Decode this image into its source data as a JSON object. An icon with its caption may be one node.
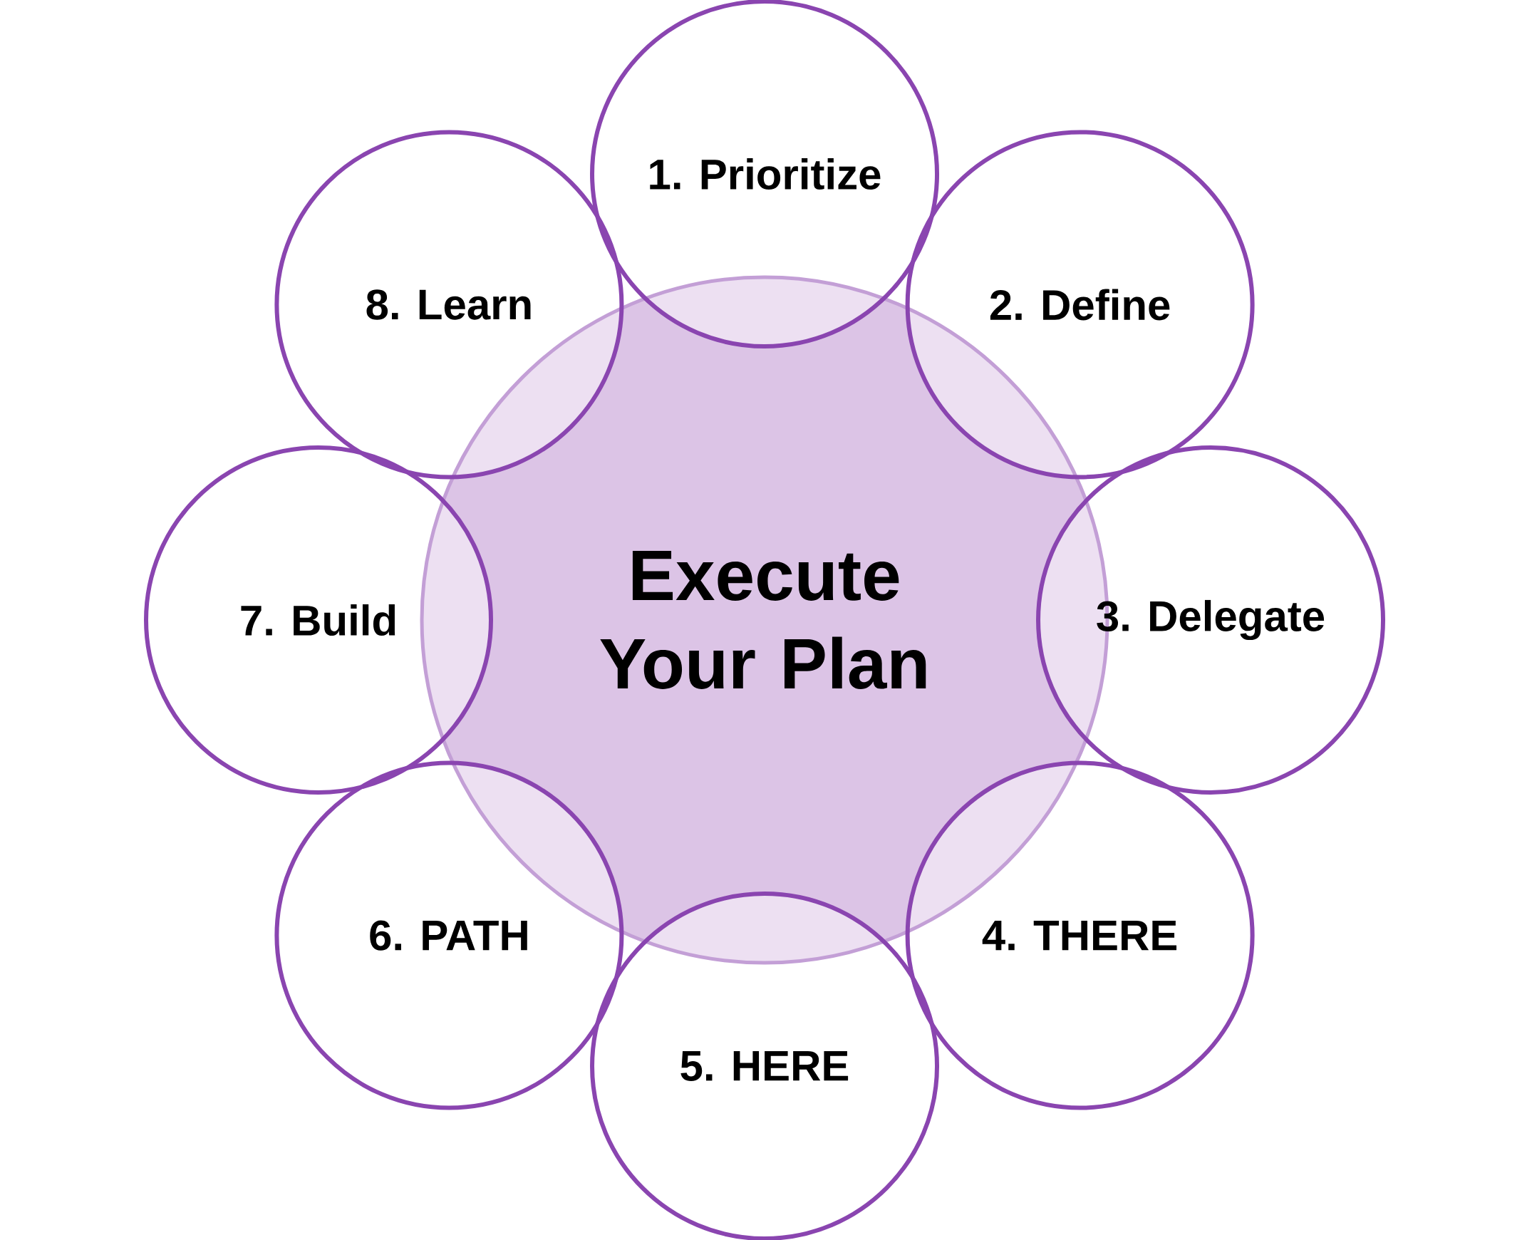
{
  "diagram": {
    "nodes": [
      {
        "text": [
          "Execute Your Plan"
        ]
      },
      {
        "text": [
          "1. Prioritize"
        ]
      },
      {
        "text": [
          "2. Define"
        ]
      },
      {
        "text": [
          "3. Delegate"
        ]
      },
      {
        "text": [
          "4. THERE"
        ]
      },
      {
        "text": [
          "5. HERE"
        ]
      },
      {
        "text": [
          "6. PATH"
        ]
      },
      {
        "text": [
          "7. Build"
        ]
      },
      {
        "text": [
          "8. Learn"
        ]
      }
    ]
  }
}
